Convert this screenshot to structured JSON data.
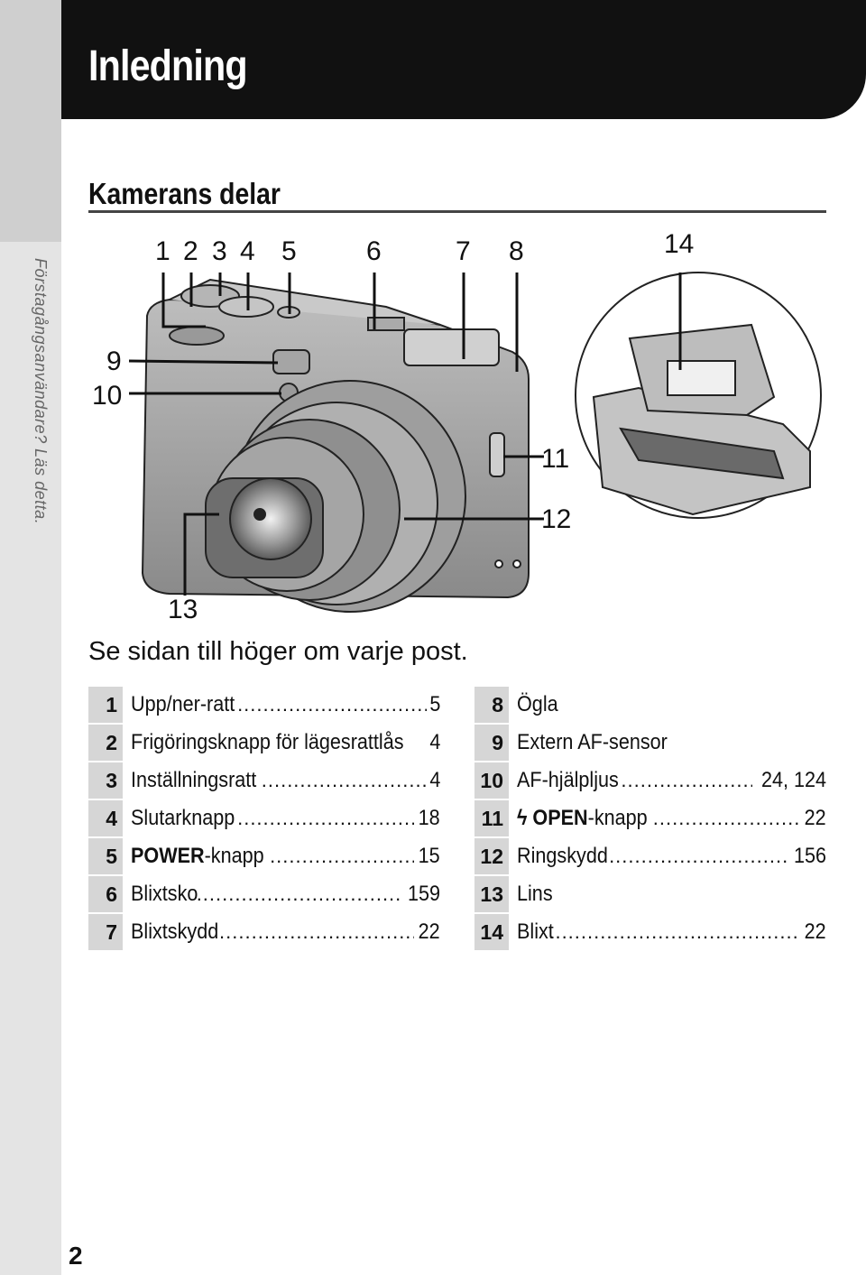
{
  "header": {
    "title": "Inledning"
  },
  "side_tab": {
    "text": "Förstagångsanvändare? Läs detta."
  },
  "section": {
    "title": "Kamerans delar"
  },
  "figure": {
    "callouts_top": [
      "1",
      "2",
      "3",
      "4",
      "5",
      "6",
      "7",
      "8",
      "14"
    ],
    "callouts_side": [
      "9",
      "10",
      "11",
      "12",
      "13"
    ]
  },
  "intro": "Se sidan till höger om varje post.",
  "parts_left": [
    {
      "num": "1",
      "label": "Upp/ner-ratt",
      "page": "5"
    },
    {
      "num": "2",
      "label": "Frigöringsknapp för lägesrattlås",
      "page": "4"
    },
    {
      "num": "3",
      "label": "Inställningsratt",
      "page": "4"
    },
    {
      "num": "4",
      "label": "Slutarknapp",
      "page": "18"
    },
    {
      "num": "5",
      "label_bold": "POWER",
      "label": "-knapp",
      "page": "15"
    },
    {
      "num": "6",
      "label": "Blixtsko",
      "page": "159"
    },
    {
      "num": "7",
      "label": "Blixtskydd",
      "page": "22"
    }
  ],
  "parts_right": [
    {
      "num": "8",
      "label": "Ögla",
      "page": ""
    },
    {
      "num": "9",
      "label": "Extern AF-sensor",
      "page": ""
    },
    {
      "num": "10",
      "label": "AF-hjälpljus",
      "page": "24, 124"
    },
    {
      "num": "11",
      "label_bold": "ϟ OPEN",
      "label": "-knapp",
      "page": "22"
    },
    {
      "num": "12",
      "label": "Ringskydd",
      "page": "156"
    },
    {
      "num": "13",
      "label": "Lins",
      "page": ""
    },
    {
      "num": "14",
      "label": "Blixt",
      "page": "22"
    }
  ],
  "page_number": "2",
  "colors": {
    "header": "#111111",
    "margin": "#e4e4e4",
    "num_bg": "#d6d6d6"
  }
}
